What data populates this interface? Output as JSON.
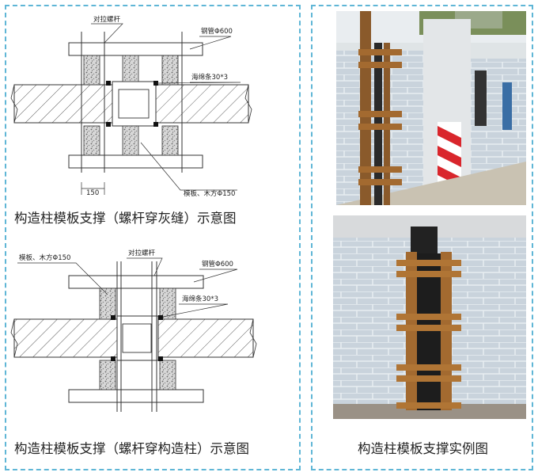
{
  "diagram_top": {
    "label_tie_bolt": "对拉螺杆",
    "label_steel_pipe": "钢管Φ600",
    "label_sponge": "海绵条30*3",
    "label_formwork": "模板、木方Φ150",
    "label_dim": "150",
    "caption": "构造柱模板支撑（螺杆穿灰缝）示意图"
  },
  "diagram_bottom": {
    "label_formwork": "模板、木方Φ150",
    "label_tie_bolt": "对拉螺杆",
    "label_steel_pipe": "钢管Φ600",
    "label_sponge": "海绵条30*3",
    "caption": "构造柱模板支撑（螺杆穿构造柱）示意图"
  },
  "photos": {
    "caption": "构造柱模板支撑实例图"
  }
}
